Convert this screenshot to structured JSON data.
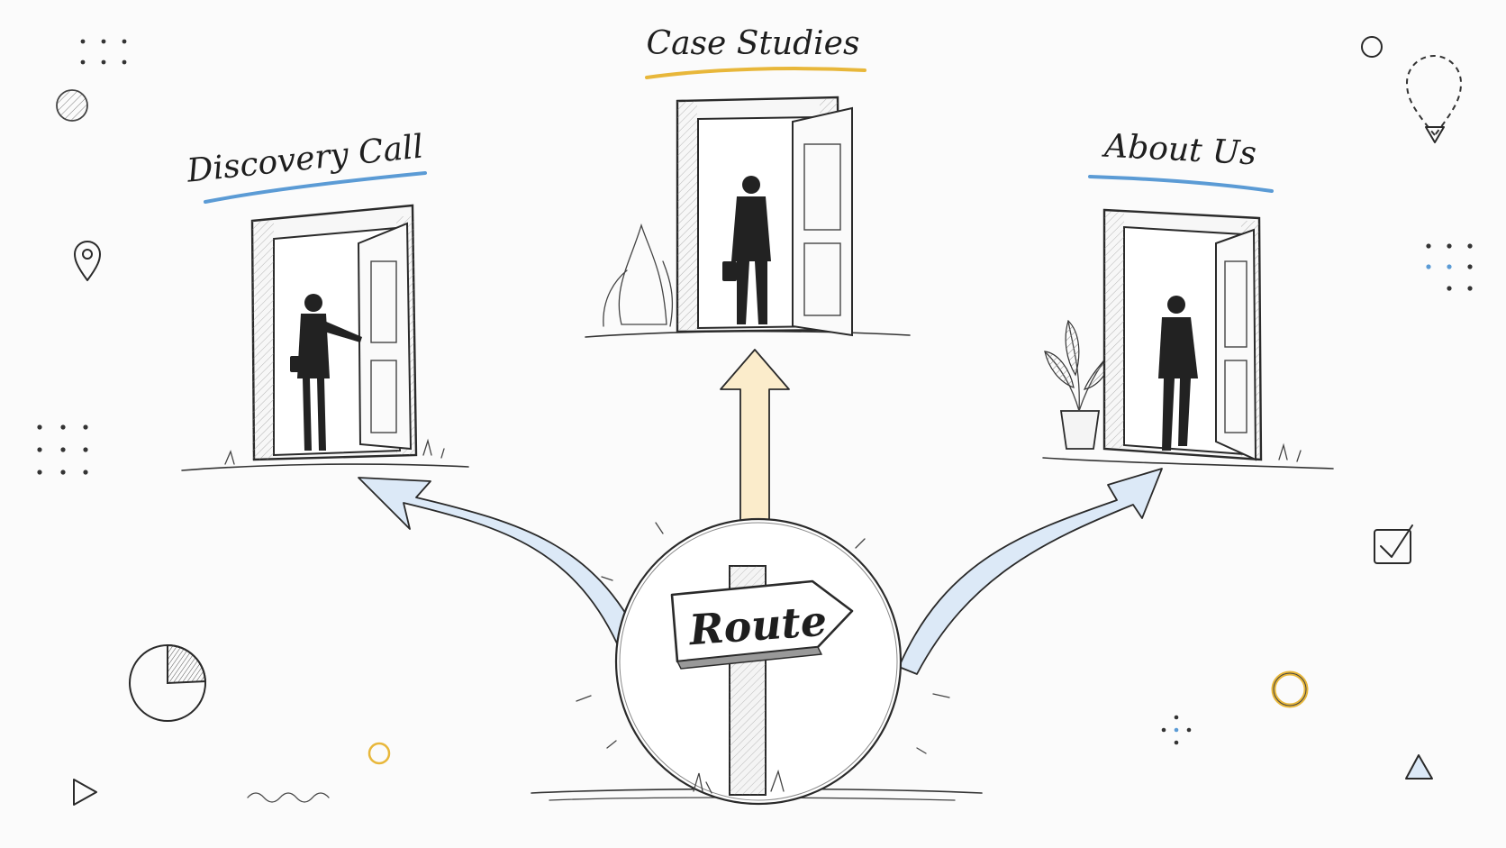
{
  "diagram": {
    "center_sign": {
      "label": "Route"
    },
    "destinations": [
      {
        "id": "discovery",
        "label": "Discovery Call",
        "underline_color": "#5b9bd5",
        "arrow_color": "#dce9f7"
      },
      {
        "id": "case-studies",
        "label": "Case Studies",
        "underline_color": "#e8b73a",
        "arrow_color": "#fbeccb"
      },
      {
        "id": "about",
        "label": "About Us",
        "underline_color": "#5b9bd5",
        "arrow_color": "#dce9f7"
      }
    ],
    "colors": {
      "ink": "#2a2a2a",
      "blue_accent": "#5b9bd5",
      "yellow_accent": "#e8b73a",
      "background": "#fbfbfb"
    }
  },
  "decorations": [
    "dot-grid",
    "hatched-circle",
    "map-pin-icon",
    "pie-chart-icon",
    "play-triangle-icon",
    "wave-line",
    "yellow-ring",
    "outline-circle",
    "dashed-pin-arrow-icon",
    "checkbox-icon",
    "triangle-icon",
    "sparkle-dots"
  ]
}
